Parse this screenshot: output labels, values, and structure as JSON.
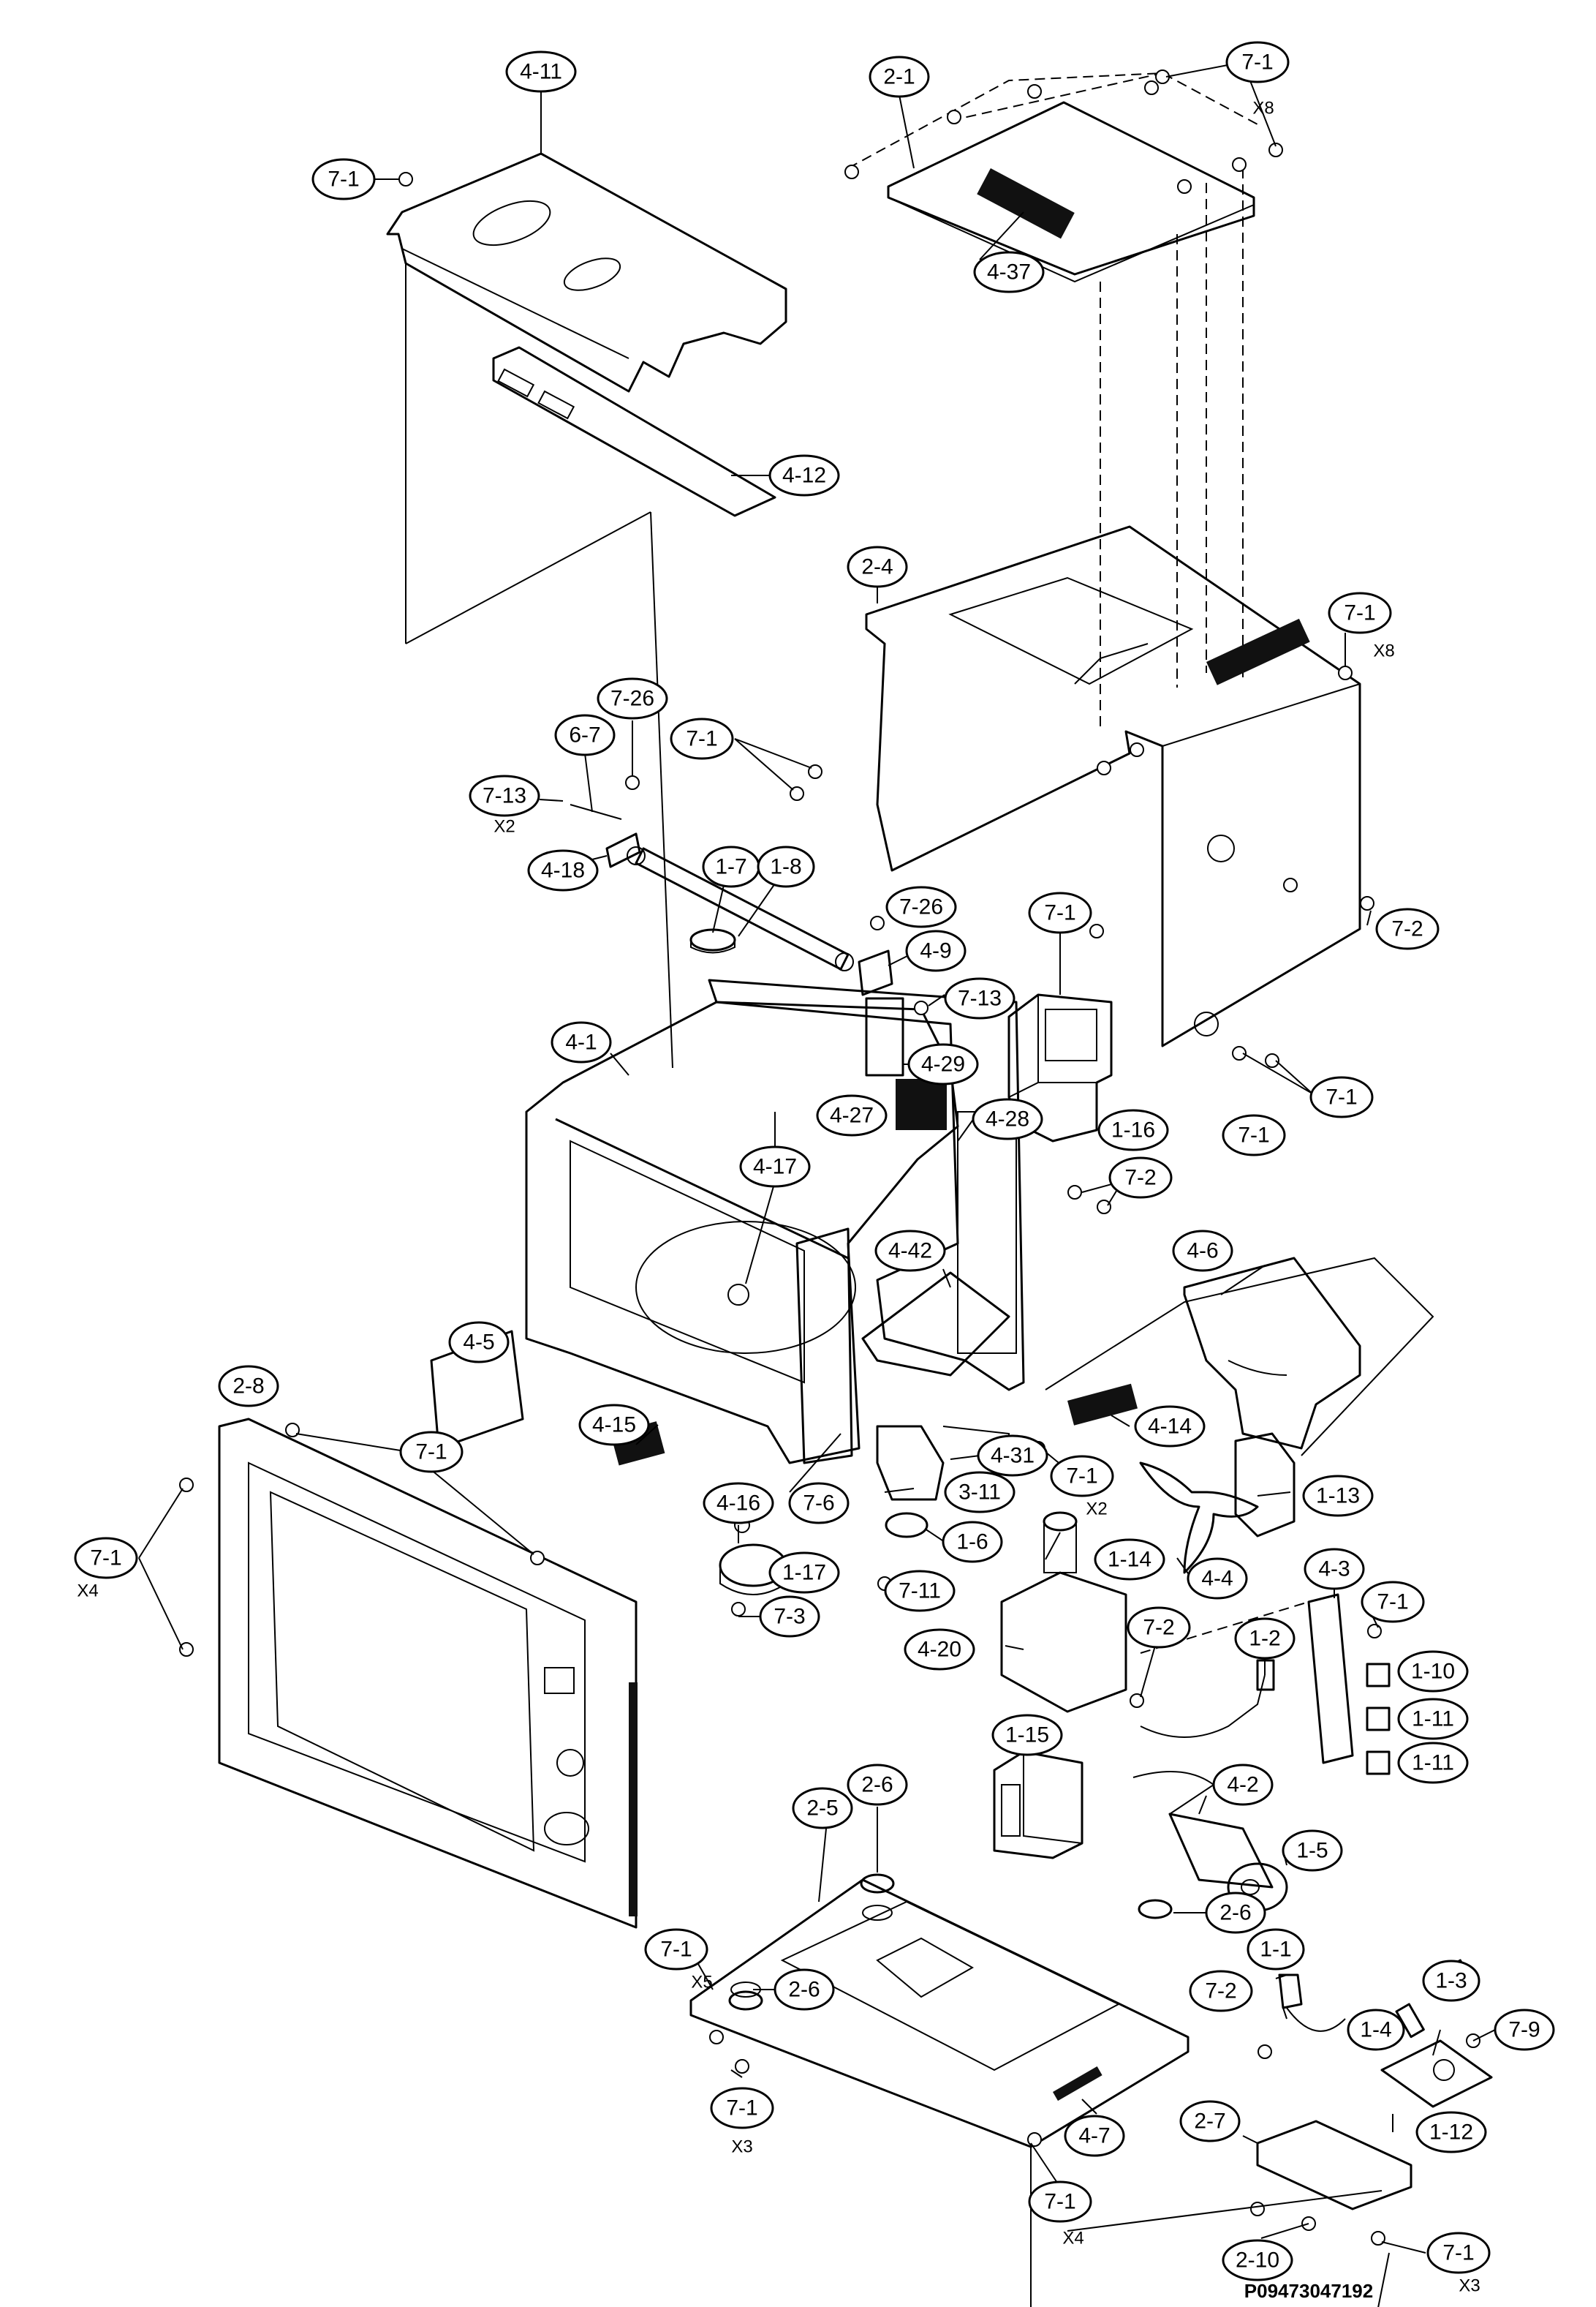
{
  "document_code": "P09473047192",
  "callouts": [
    {
      "label": "4-11"
    },
    {
      "label": "7-1"
    },
    {
      "label": "4-12"
    },
    {
      "label": "2-1"
    },
    {
      "label": "7-1",
      "qty": "X8"
    },
    {
      "label": "4-37"
    },
    {
      "label": "2-4"
    },
    {
      "label": "7-1",
      "qty": "X8"
    },
    {
      "label": "7-26"
    },
    {
      "label": "6-7"
    },
    {
      "label": "7-13",
      "qty": "X2"
    },
    {
      "label": "4-18"
    },
    {
      "label": "7-1"
    },
    {
      "label": "1-7"
    },
    {
      "label": "1-8"
    },
    {
      "label": "7-26"
    },
    {
      "label": "4-9"
    },
    {
      "label": "7-13"
    },
    {
      "label": "4-29"
    },
    {
      "label": "7-1"
    },
    {
      "label": "7-2"
    },
    {
      "label": "1-16"
    },
    {
      "label": "7-1"
    },
    {
      "label": "7-1"
    },
    {
      "label": "4-1"
    },
    {
      "label": "4-27"
    },
    {
      "label": "4-28"
    },
    {
      "label": "4-17"
    },
    {
      "label": "7-2"
    },
    {
      "label": "4-42"
    },
    {
      "label": "4-6"
    },
    {
      "label": "4-5"
    },
    {
      "label": "2-8"
    },
    {
      "label": "4-15"
    },
    {
      "label": "4-14"
    },
    {
      "label": "4-31"
    },
    {
      "label": "7-1"
    },
    {
      "label": "7-1",
      "qty": "X2"
    },
    {
      "label": "7-6"
    },
    {
      "label": "3-11"
    },
    {
      "label": "1-13"
    },
    {
      "label": "4-16"
    },
    {
      "label": "7-1",
      "qty": "X4"
    },
    {
      "label": "1-6"
    },
    {
      "label": "1-17"
    },
    {
      "label": "1-14"
    },
    {
      "label": "4-4"
    },
    {
      "label": "7-11"
    },
    {
      "label": "7-3"
    },
    {
      "label": "4-3"
    },
    {
      "label": "7-1"
    },
    {
      "label": "4-20"
    },
    {
      "label": "7-2"
    },
    {
      "label": "1-2"
    },
    {
      "label": "1-10"
    },
    {
      "label": "1-11"
    },
    {
      "label": "1-11"
    },
    {
      "label": "2-6"
    },
    {
      "label": "1-15"
    },
    {
      "label": "2-5"
    },
    {
      "label": "4-2"
    },
    {
      "label": "1-5"
    },
    {
      "label": "2-6"
    },
    {
      "label": "7-1",
      "qty": "X5"
    },
    {
      "label": "2-6"
    },
    {
      "label": "1-1"
    },
    {
      "label": "7-2"
    },
    {
      "label": "1-3"
    },
    {
      "label": "1-4"
    },
    {
      "label": "7-9"
    },
    {
      "label": "7-1",
      "qty": "X3"
    },
    {
      "label": "4-7"
    },
    {
      "label": "2-7"
    },
    {
      "label": "1-12"
    },
    {
      "label": "7-1",
      "qty": "X4"
    },
    {
      "label": "2-10"
    },
    {
      "label": "7-1",
      "qty": "X3"
    }
  ]
}
